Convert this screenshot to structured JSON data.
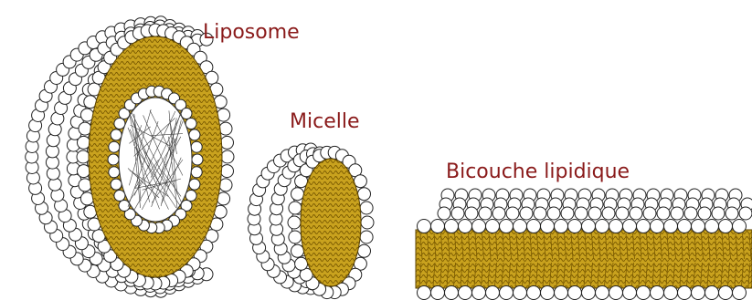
{
  "labels": {
    "liposome": "Liposome",
    "micelle": "Micelle",
    "bilayer": "Bicouche lipidique"
  },
  "colors": {
    "text": "#8a1a1a",
    "head_fill": "#ffffff",
    "head_stroke": "#222222",
    "tail": "#c9a21e",
    "tail_dark": "#7a5a00"
  }
}
